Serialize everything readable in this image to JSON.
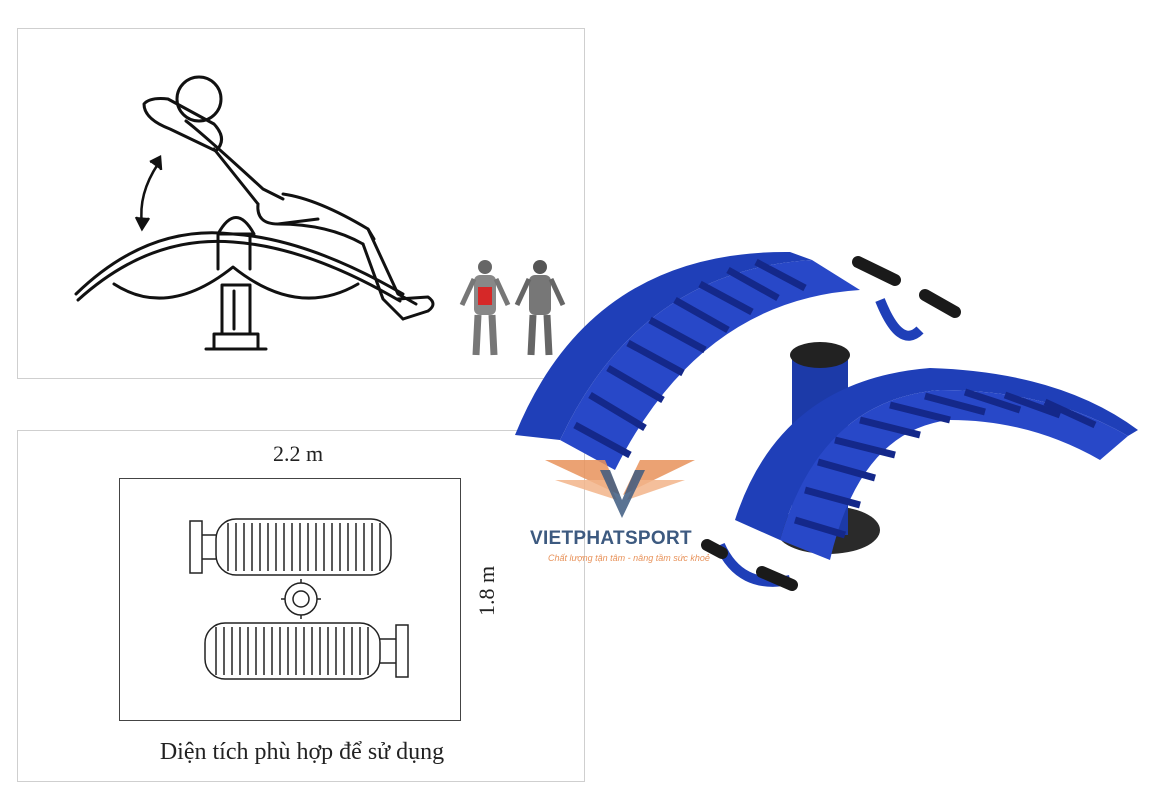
{
  "dimensions": {
    "width": "2.2 m",
    "height": "1.8 m"
  },
  "caption": "Diện tích phù hợp để sử dụng",
  "brand": {
    "name": "VIETPHATSPORT",
    "tagline": "Chất lượng tận tâm - nâng tầm sức khoẻ",
    "colors": {
      "orange": "#e8925a",
      "navy": "#3d5a80"
    }
  },
  "equipment": {
    "color": "#1f3fb8",
    "dark": "#1a1a1a",
    "icon": "double-sit-up-bench"
  },
  "muscle_highlight": "#d62828"
}
